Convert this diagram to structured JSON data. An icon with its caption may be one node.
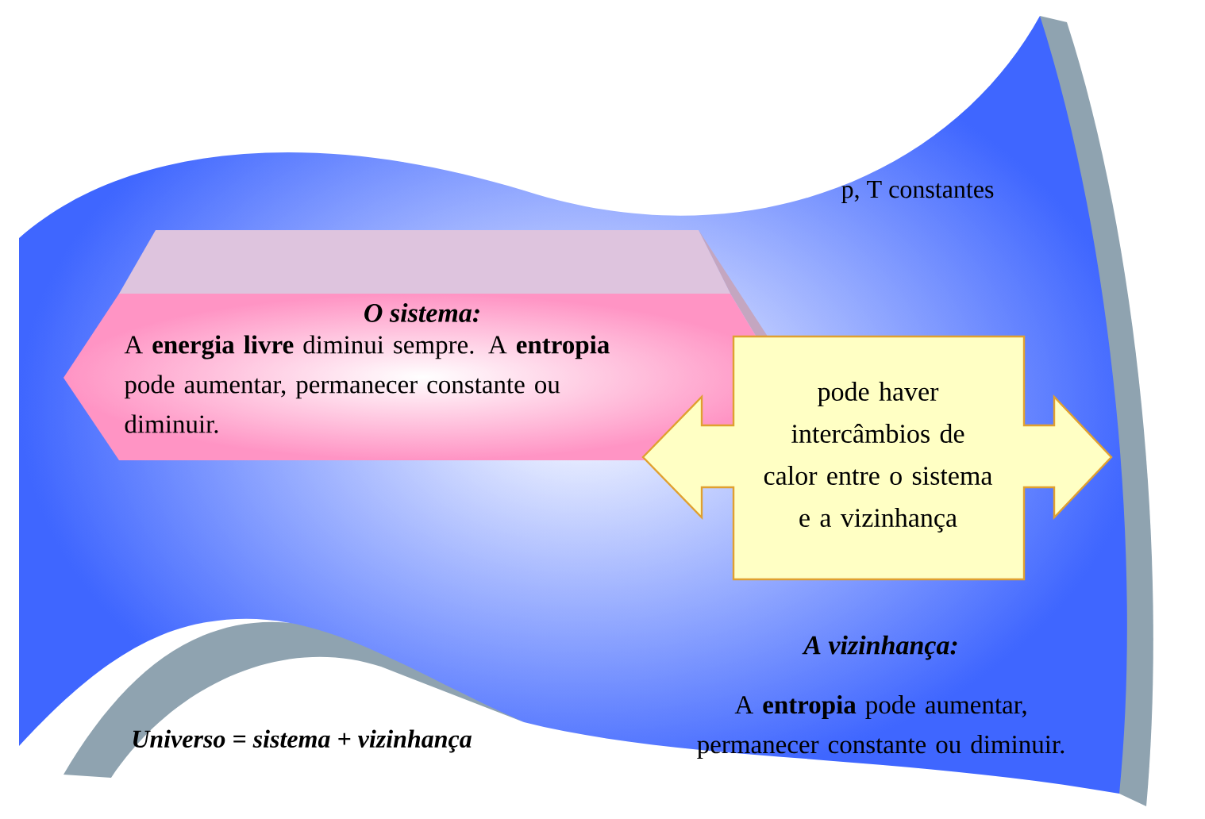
{
  "diagram": {
    "nodes": [
      {
        "text": [
          "O sistema:",
          "A **energia livre** diminui sempre. A **entropia** pode aumentar, permanecer constante ou diminuir."
        ]
      },
      {
        "text": [
          "pode haver intercâmbios de calor entre o sistema e a vizinhança"
        ]
      }
    ],
    "labels": [
      "p, T constantes",
      "A vizinhança:",
      "A **entropia** pode aumentar, permanecer constante ou diminuir.",
      "Universo = sistema + vizinhança"
    ]
  }
}
